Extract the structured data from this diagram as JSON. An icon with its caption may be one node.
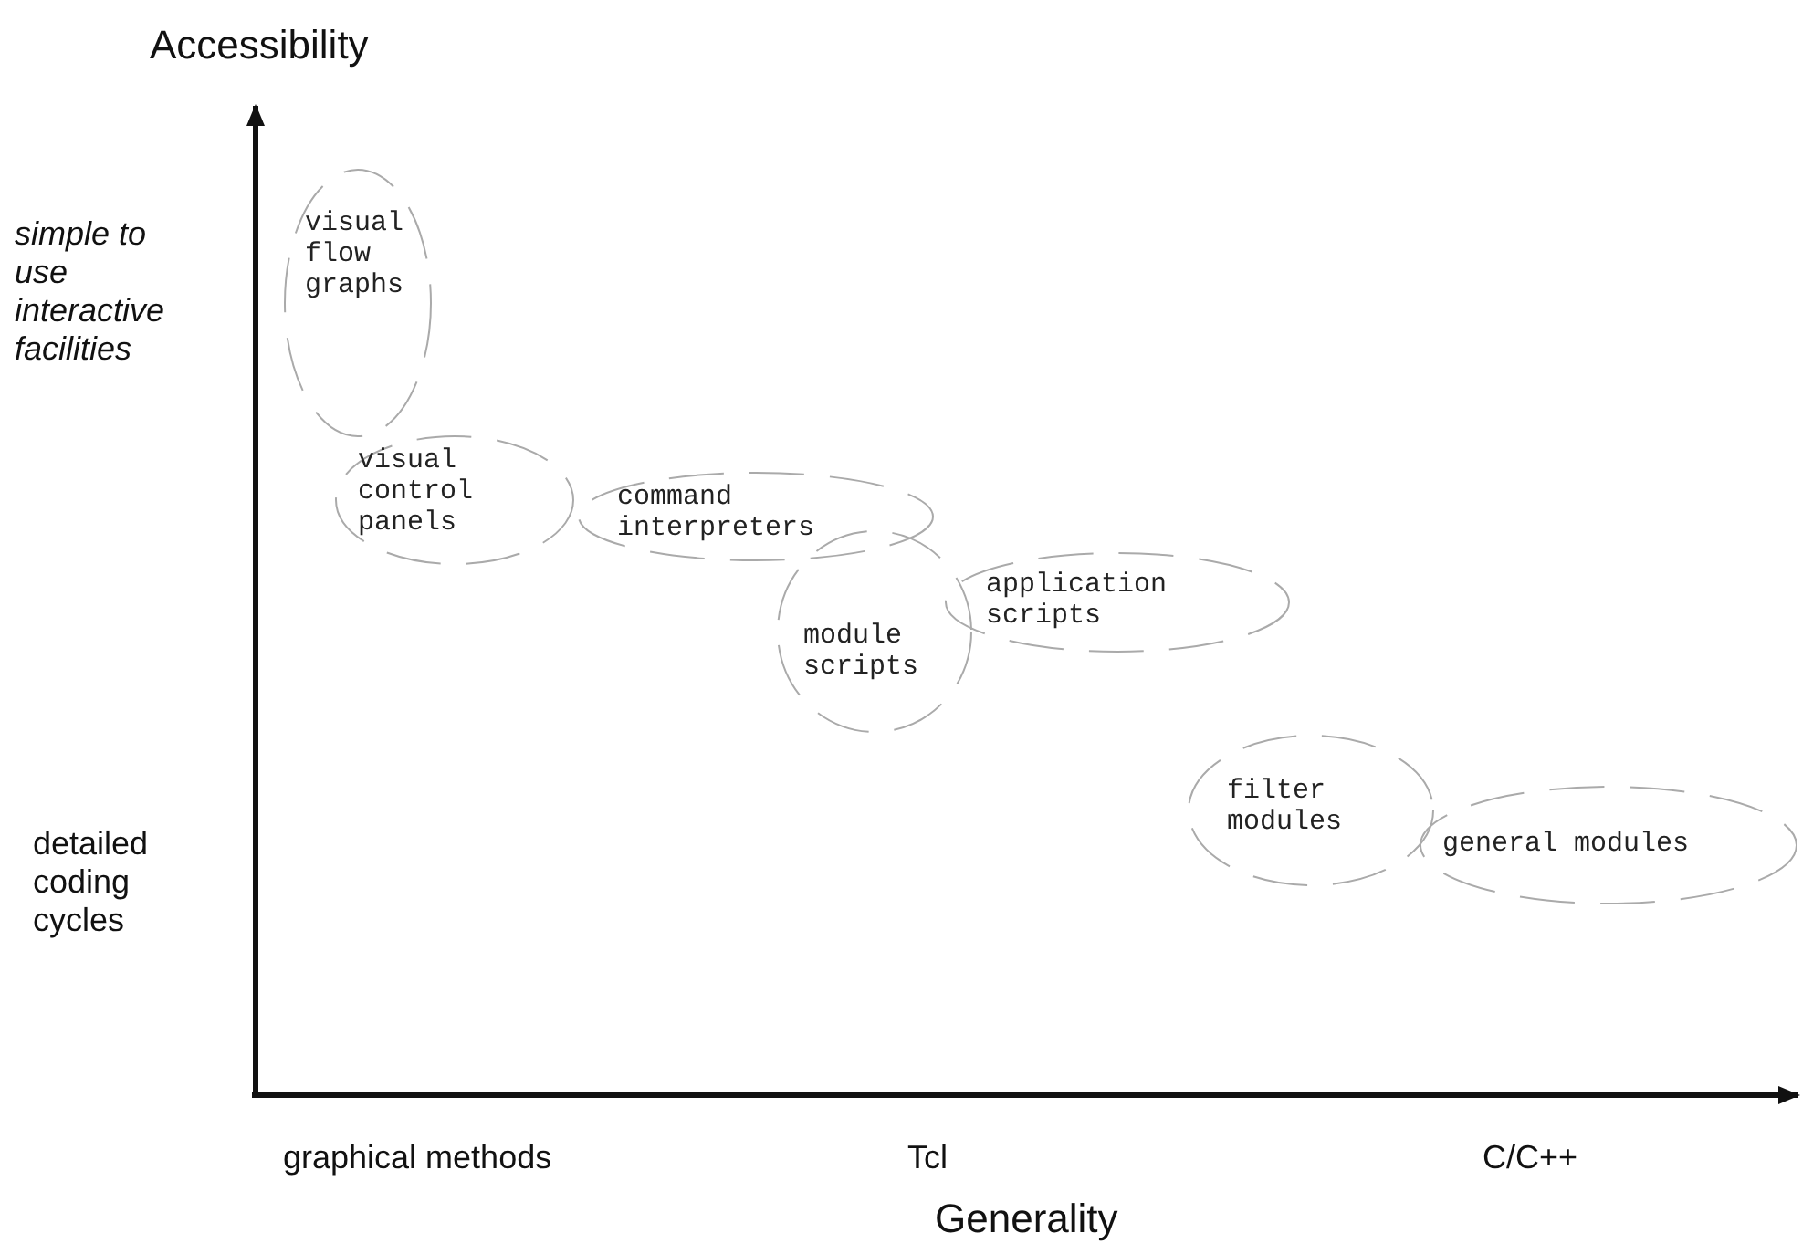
{
  "diagram": {
    "nodes": [
      {
        "text": [
          "visual flow graphs"
        ]
      },
      {
        "text": [
          "visual control panels"
        ]
      },
      {
        "text": [
          "command interpreters"
        ]
      },
      {
        "text": [
          "module scripts"
        ]
      },
      {
        "text": [
          "application scripts"
        ]
      },
      {
        "text": [
          "filter modules"
        ]
      },
      {
        "text": [
          "general modules"
        ]
      }
    ],
    "labels": [
      "Accessibility",
      "simple to use interactive facilities",
      "detailed coding cycles",
      "graphical methods",
      "Tcl",
      "C/C++",
      "Generality"
    ]
  }
}
